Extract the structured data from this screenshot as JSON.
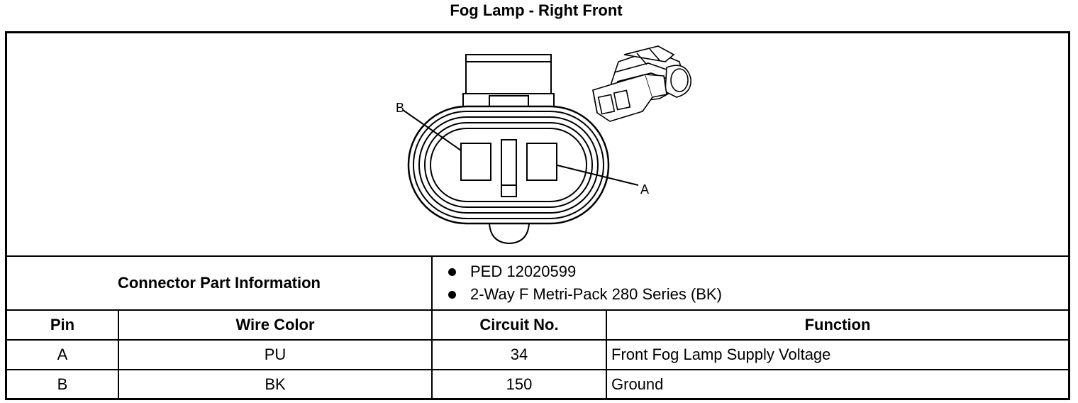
{
  "title": "Fog Lamp - Right Front",
  "diagram": {
    "pin_labels": {
      "a": "A",
      "b": "B"
    }
  },
  "connector_info": {
    "label": "Connector Part Information",
    "items": [
      "PED 12020599",
      "2-Way F Metri-Pack 280 Series (BK)"
    ]
  },
  "table": {
    "headers": {
      "pin": "Pin",
      "wire_color": "Wire Color",
      "circuit": "Circuit No.",
      "function": "Function"
    },
    "rows": [
      {
        "pin": "A",
        "wire_color": "PU",
        "circuit": "34",
        "function": "Front Fog Lamp Supply Voltage"
      },
      {
        "pin": "B",
        "wire_color": "BK",
        "circuit": "150",
        "function": "Ground"
      }
    ]
  }
}
